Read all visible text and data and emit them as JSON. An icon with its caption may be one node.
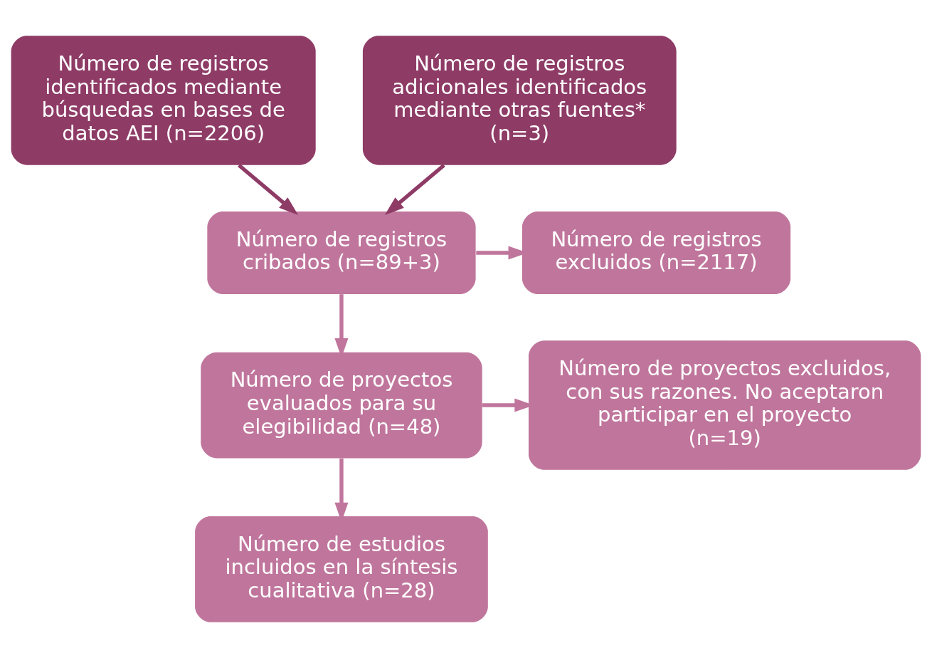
{
  "diagram": {
    "nodes": [
      {
        "text": [
          "Número de registros identificados mediante búsquedas en bases de datos AEI (n=2206)"
        ]
      },
      {
        "text": [
          "Número de registros adicionales identificados mediante otras fuentes* (n=3)"
        ]
      },
      {
        "text": [
          "Número de registros cribados (n=89+3)"
        ]
      },
      {
        "text": [
          "Número de registros excluidos (n=2117)"
        ]
      },
      {
        "text": [
          "Número de proyectos evaluados para su elegibilidad (n=48)"
        ]
      },
      {
        "text": [
          "Número de proyectos excluidos, con sus razones. No aceptaron participar en el proyecto (n=19)"
        ]
      },
      {
        "text": [
          "Número de estudios incluidos en la síntesis cualitativa (n=28)"
        ]
      }
    ],
    "edges": [
      {
        "from": 0,
        "to": 2,
        "arrow": "to",
        "color": "#8e3b66"
      },
      {
        "from": 1,
        "to": 2,
        "arrow": "to",
        "color": "#8e3b66"
      },
      {
        "from": 2,
        "to": 3,
        "arrow": "to"
      },
      {
        "from": 2,
        "to": 4,
        "arrow": "to"
      },
      {
        "from": 4,
        "to": 5,
        "arrow": "to"
      },
      {
        "from": 4,
        "to": 6,
        "arrow": "to"
      }
    ]
  }
}
